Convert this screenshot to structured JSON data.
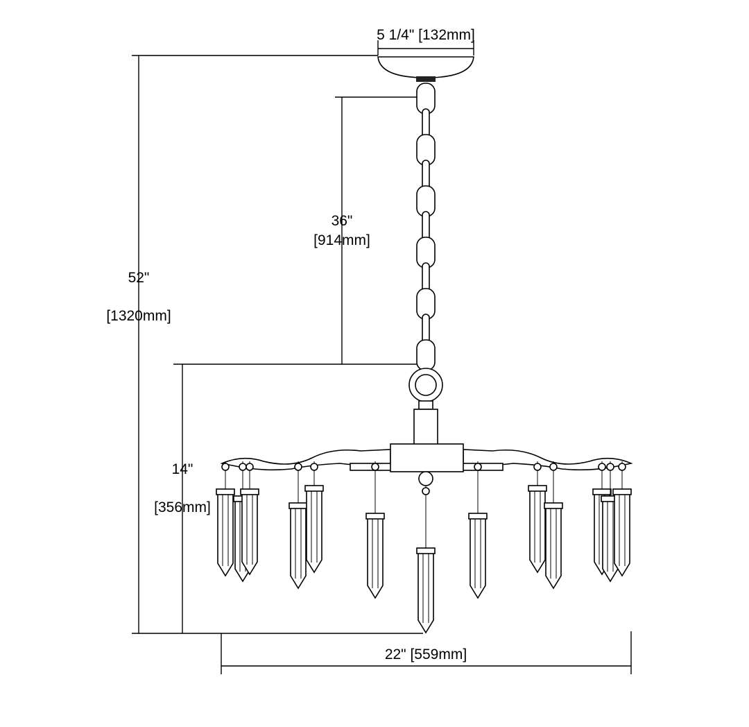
{
  "dimensions": {
    "canopy_width": "5 1/4\" [132mm]",
    "chain_length_in": "36\"",
    "chain_length_mm": "[914mm]",
    "overall_height_in": "52\"",
    "overall_height_mm": "[1320mm]",
    "fixture_height_in": "14\"",
    "fixture_height_mm": "[356mm]",
    "fixture_width": "22\" [559mm]"
  }
}
